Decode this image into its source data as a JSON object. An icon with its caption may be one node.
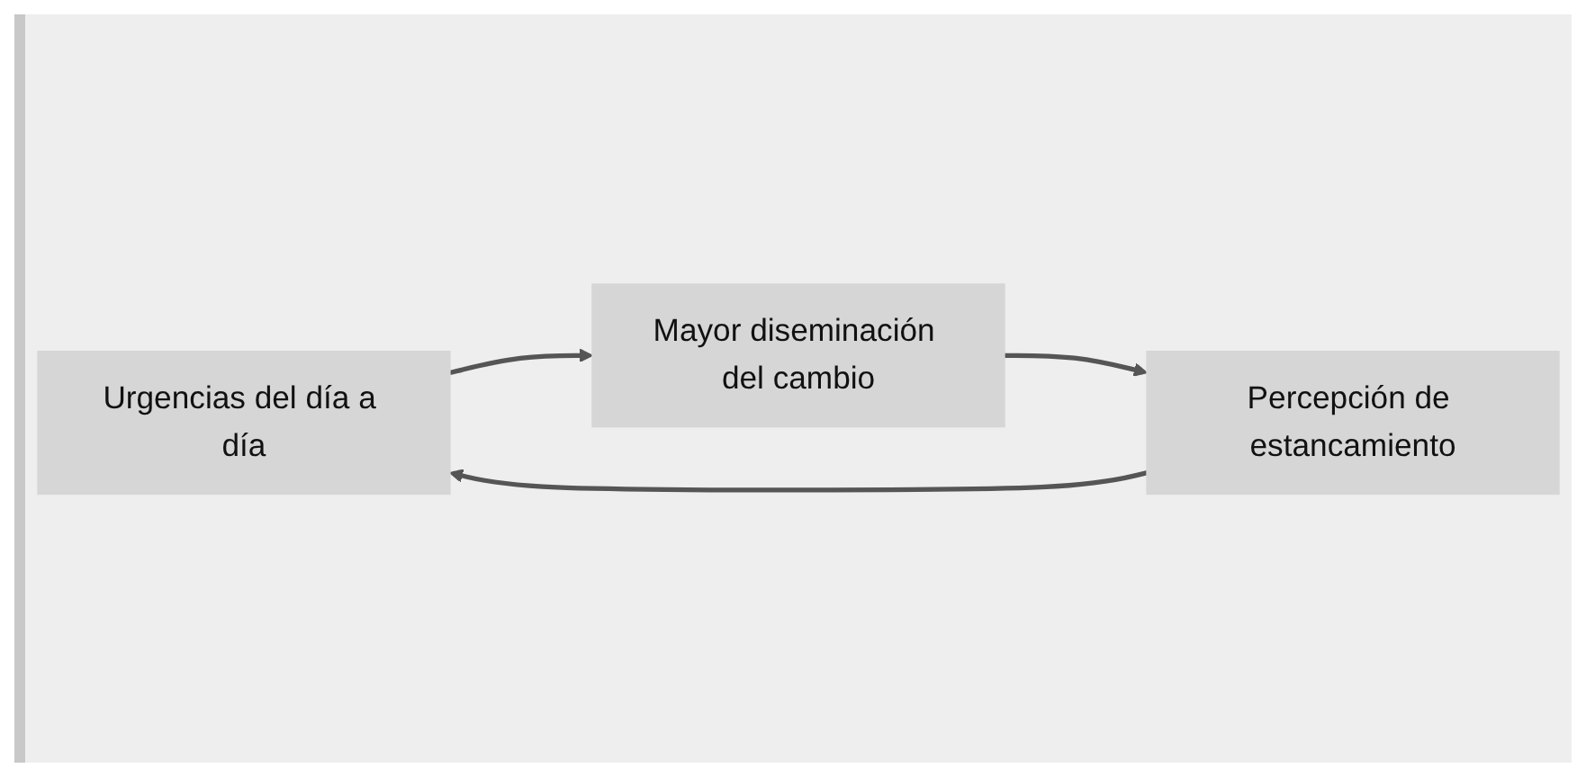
{
  "diagram": {
    "nodes": [
      {
        "text": [
          "Urgencias del día a día"
        ]
      },
      {
        "text": [
          "Mayor diseminación del cambio"
        ]
      },
      {
        "text": [
          "Percepción de estancamiento"
        ]
      }
    ],
    "edges": [
      {
        "from": 0,
        "to": 1,
        "arrow": "to"
      },
      {
        "from": 1,
        "to": 2,
        "arrow": "to"
      },
      {
        "from": 2,
        "to": 0,
        "arrow": "to"
      }
    ]
  }
}
